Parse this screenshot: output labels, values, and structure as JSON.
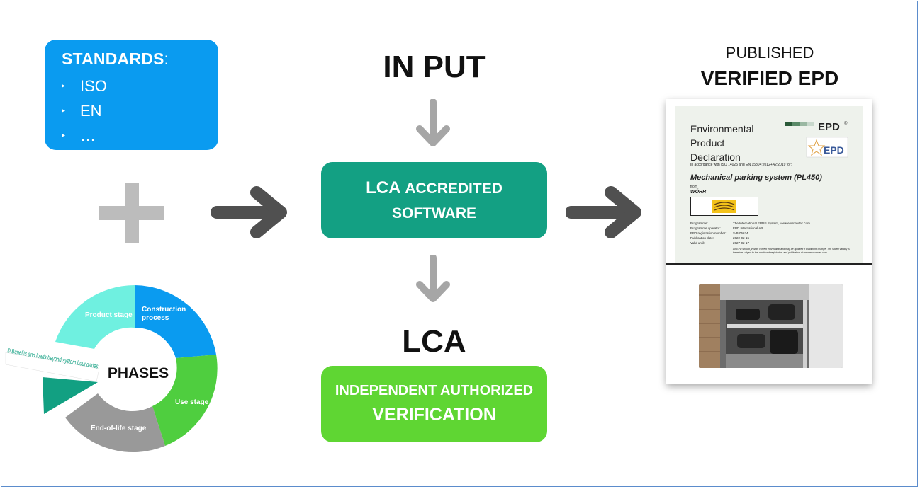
{
  "standards": {
    "title": "STANDARDS",
    "colon": ":",
    "items": [
      "ISO",
      "EN",
      "…"
    ]
  },
  "phases": {
    "center_label": "PHASES",
    "segments": [
      "Product stage",
      "Construction process",
      "Use stage",
      "End-of-life stage",
      "D Benefits and loads beyond system boundaries"
    ]
  },
  "input_title": "IN PUT",
  "lca_software": {
    "lca": "LCA",
    "accredited": "ACCREDITED",
    "software": "SOFTWARE"
  },
  "lca_title": "LCA",
  "verification": {
    "line1": "INDEPENDENT AUTHORIZED",
    "line2": "VERIFICATION"
  },
  "published": {
    "line1": "PUBLISHED",
    "line2": "VERIFIED EPD"
  },
  "epd_doc": {
    "heading1": "Environmental",
    "heading2": "Product",
    "heading3": "Declaration",
    "logo_text": "EPD",
    "reg_mark": "®",
    "accordance": "In accordance with ISO 14025 and EN 15804:2012+A2:2019 for:",
    "product": "Mechanical parking system (PL450)",
    "from": "from",
    "company": "WÖHR",
    "details": [
      {
        "label": "Programme:",
        "value": "The International EPD® System, www.environdec.com"
      },
      {
        "label": "Programme operator:",
        "value": "EPD International AB"
      },
      {
        "label": "EPD registration number:",
        "value": "S-P-05634"
      },
      {
        "label": "Publication date:",
        "value": "2022-02-15"
      },
      {
        "label": "Valid until:",
        "value": "2027-02-17"
      }
    ],
    "note": "An EPD should provide current information and may be updated if conditions change. The stated validity is therefore subject to the continued registration and publication at www.environdec.com"
  },
  "colors": {
    "standards_bg": "#0a9bf0",
    "software_bg": "#13a083",
    "verification_bg": "#5fd633",
    "arrow_dark": "#505050",
    "arrow_light": "#a6a6a6",
    "plus": "#bcbcbc",
    "phase_product": "#6ff0e0",
    "phase_construction": "#0a9bf0",
    "phase_use": "#4fce3f",
    "phase_eol": "#999999",
    "phase_d": "#12a082"
  }
}
